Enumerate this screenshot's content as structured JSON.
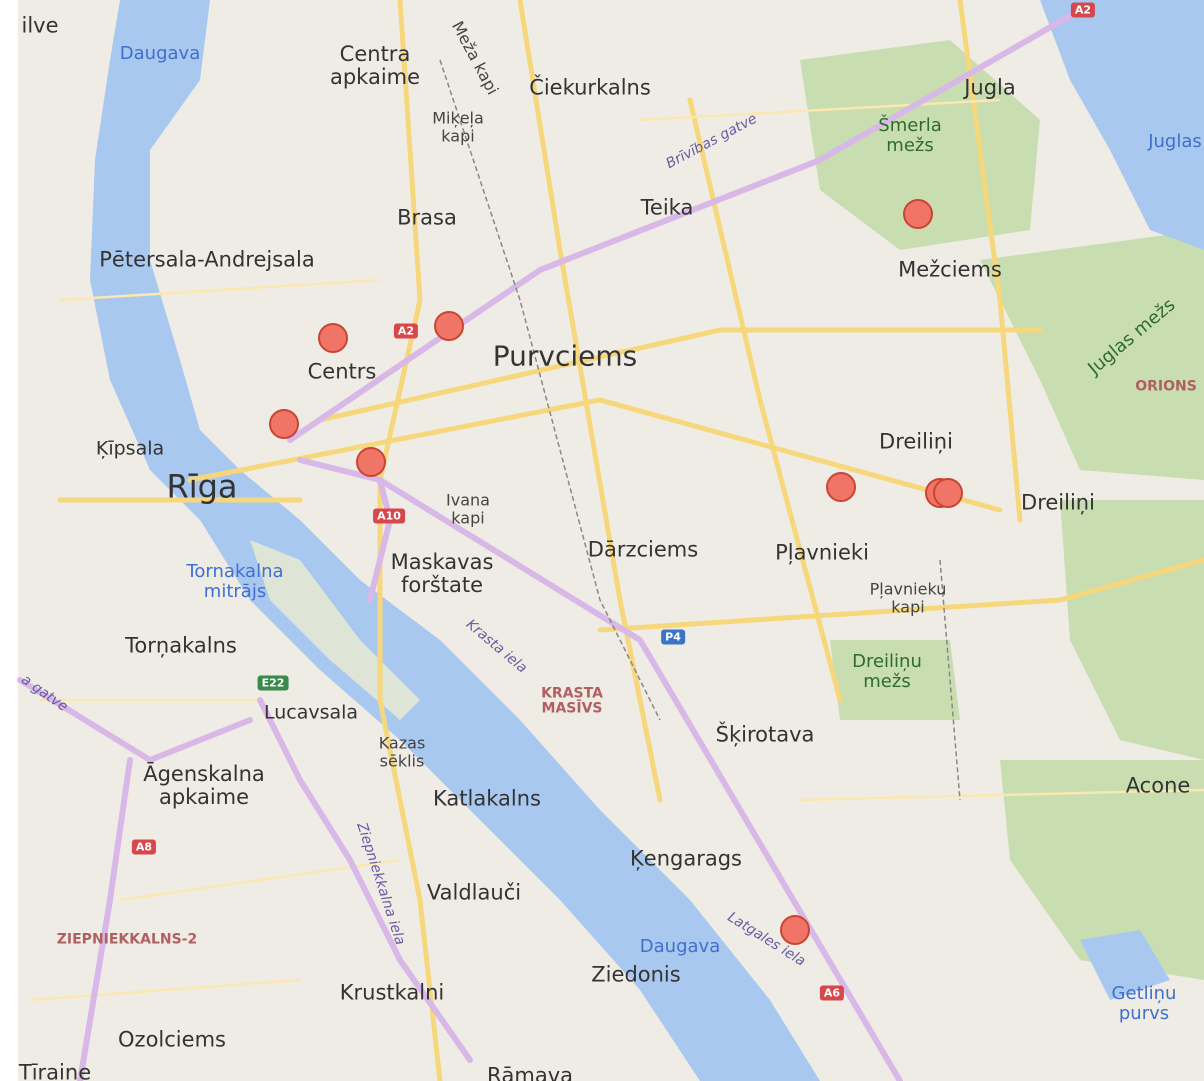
{
  "map": {
    "labels": [
      {
        "text": "ilve",
        "class": "m"
      },
      {
        "text": "Daugava",
        "class": "water"
      },
      {
        "text": "Centra\napkaime",
        "class": "m"
      },
      {
        "text": "Meža kapi",
        "class": "small"
      },
      {
        "text": "Čiekurkalns",
        "class": "m"
      },
      {
        "text": "Jugla",
        "class": "m"
      },
      {
        "text": "Miķeļa\nkapi",
        "class": "small"
      },
      {
        "text": "Šmerla\nmežs",
        "class": "green"
      },
      {
        "text": "Juglas",
        "class": "water"
      },
      {
        "text": "Brīvības gatve",
        "class": "road"
      },
      {
        "text": "Teika",
        "class": "m"
      },
      {
        "text": "Brasa",
        "class": "m"
      },
      {
        "text": "Pētersala-Andrejsala",
        "class": "m"
      },
      {
        "text": "Mežciems",
        "class": "m"
      },
      {
        "text": "Juglas mežs",
        "class": "green"
      },
      {
        "text": "Purvciems",
        "class": "xl"
      },
      {
        "text": "Centrs",
        "class": "m"
      },
      {
        "text": "ORIONS",
        "class": "masivs"
      },
      {
        "text": "Dreiliņi",
        "class": "m"
      },
      {
        "text": "Ķīpsala",
        "class": "s"
      },
      {
        "text": "Rīga",
        "class": "big"
      },
      {
        "text": "Ivana\nkapi",
        "class": "small"
      },
      {
        "text": "Dreiliņi",
        "class": "m"
      },
      {
        "text": "Dārzciems",
        "class": "m"
      },
      {
        "text": "Pļavnieki",
        "class": "m"
      },
      {
        "text": "Maskavas\nforštate",
        "class": "m"
      },
      {
        "text": "Tornakalna\nmitrājs",
        "class": "water"
      },
      {
        "text": "Pļavnieku\nkapi",
        "class": "small"
      },
      {
        "text": "Krasta iela",
        "class": "road"
      },
      {
        "text": "Torņakalns",
        "class": "m"
      },
      {
        "text": "Dreiliņu\nmežs",
        "class": "green"
      },
      {
        "text": "KRASTA\nMASĪVS",
        "class": "masivs"
      },
      {
        "text": "a gatve",
        "class": "road"
      },
      {
        "text": "Lucavsala",
        "class": "s"
      },
      {
        "text": "Šķirotava",
        "class": "m"
      },
      {
        "text": "Kazas\nsēklis",
        "class": "small"
      },
      {
        "text": "Āgenskalna\napkaime",
        "class": "m"
      },
      {
        "text": "Katlakalns",
        "class": "m"
      },
      {
        "text": "Acone",
        "class": "m"
      },
      {
        "text": "Ziepniekkalna iela",
        "class": "road"
      },
      {
        "text": "Ķengarags",
        "class": "m"
      },
      {
        "text": "Valdlauči",
        "class": "m"
      },
      {
        "text": "Latgales iela",
        "class": "road"
      },
      {
        "text": "ZIEPNIEKKALNS-2",
        "class": "masivs"
      },
      {
        "text": "Daugava",
        "class": "water"
      },
      {
        "text": "Ziedonis",
        "class": "m"
      },
      {
        "text": "Getliņu\npurvs",
        "class": "water"
      },
      {
        "text": "Krustkalni",
        "class": "m"
      },
      {
        "text": "Ozolciems",
        "class": "m"
      },
      {
        "text": "Tīraine",
        "class": "m"
      },
      {
        "text": "Rāmava",
        "class": "m"
      }
    ],
    "shields": [
      {
        "text": "A2",
        "color": "red"
      },
      {
        "text": "A2",
        "color": "red"
      },
      {
        "text": "A10",
        "color": "red"
      },
      {
        "text": "P4",
        "color": "blue"
      },
      {
        "text": "E22",
        "color": "green"
      },
      {
        "text": "A8",
        "color": "red"
      },
      {
        "text": "A6",
        "color": "red"
      }
    ],
    "markers": 10
  }
}
